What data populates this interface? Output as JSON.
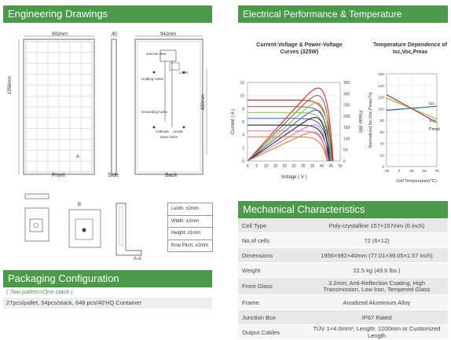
{
  "left": {
    "engineering_title": "Engineering Drawings",
    "front_label": "Front",
    "side_label": "Side",
    "back_label": "Back",
    "front_width": "992mm",
    "front_height": "1956mm",
    "side_depth": "40",
    "back_width": "942mm",
    "back_height": "880mm",
    "junction_box": "Junction Box",
    "label_tag": "Label",
    "holding_holes": "Holding Holes",
    "grounding_holes": "Grounding holes",
    "cathode": "Cathode",
    "anode": "Anode",
    "drain_holes": "drain holes",
    "sec_a": "A",
    "sec_b": "B",
    "sec_aa": "A-A",
    "tolerances": [
      "Lenth: ±2mm",
      "Width: ±2mm",
      "Height: ±1mm",
      "Row Pitch: ±2mm"
    ],
    "packaging_title": "Packaging Configuration",
    "packaging_note": "( Two pallets=One stack )",
    "packaging_text": "27pcs/pallet, 54pcs/stack,  648 pcs/40'HQ Container"
  },
  "right": {
    "electrical_title": "Electrical Performance & Temperature Dependence",
    "mechanical_title": "Mechanical Characteristics",
    "spec_rows": [
      {
        "key": "Cell Type",
        "value": "Poly-crystalline  157×157mm (6 inch)"
      },
      {
        "key": "No.of cells",
        "value": "72 (6×12)"
      },
      {
        "key": "Dimensions",
        "value": "1956×992×40mm (77.01×39.05×1.57 inch)"
      },
      {
        "key": "Weight",
        "value": "22.5 kg (49.6 lbs.)"
      },
      {
        "key": "Front Glass",
        "value": "3.2mm, Anti-Reflection Coating, High Transmission, Low Iron, Tempered Glass"
      },
      {
        "key": "Frame",
        "value": "Anodized Aluminium Alloy"
      },
      {
        "key": "Junction Box",
        "value": "IP67 Rated"
      },
      {
        "key": "Output Cables",
        "value": "TÜV 1×4.0mm², Length: 1200mm or Customized Length"
      }
    ]
  },
  "chart_data": [
    {
      "type": "line",
      "title": "Current-Voltage & Power-Voltage Curves (325W)",
      "xlabel": "Voltage ( V )",
      "ylabel": "Current ( A )",
      "y2label": "Power (W)",
      "xlim": [
        0,
        50
      ],
      "ylim": [
        0,
        12
      ],
      "y2lim": [
        0,
        350
      ],
      "xticks": [
        0,
        5,
        10,
        15,
        20,
        25,
        30,
        35,
        40,
        45,
        50
      ],
      "yticks": [
        0,
        2,
        4,
        6,
        8,
        10,
        12
      ],
      "y2ticks": [
        0,
        50,
        100,
        150,
        200,
        250,
        300,
        350
      ],
      "series": [
        {
          "color": "#d01818",
          "isc": 9.3,
          "voc": 46.2,
          "pmax": 325,
          "vmp": 37.5
        },
        {
          "color": "#8a5a3a",
          "isc": 8.3,
          "voc": 45.7,
          "pmax": 292,
          "vmp": 37.2
        },
        {
          "color": "#7cc242",
          "isc": 7.4,
          "voc": 45.3,
          "pmax": 259,
          "vmp": 37.0
        },
        {
          "color": "#3a5fcd",
          "isc": 6.5,
          "voc": 44.8,
          "pmax": 227,
          "vmp": 36.8
        },
        {
          "color": "#111111",
          "isc": 5.5,
          "voc": 44.2,
          "pmax": 194,
          "vmp": 36.5
        },
        {
          "color": "#d070d0",
          "isc": 4.6,
          "voc": 43.6,
          "pmax": 161,
          "vmp": 36.2
        },
        {
          "color": "#e07030",
          "isc": 3.7,
          "voc": 43.0,
          "pmax": 129,
          "vmp": 36.0
        }
      ]
    },
    {
      "type": "line",
      "title": "Temperature Dependence of Isc,Voc,Pmax",
      "xlabel": "Cell Temperature(℃)",
      "ylabel": "Normalized Isc,Voc,Pmax(%)",
      "xlim": [
        -25,
        75
      ],
      "ylim": [
        0,
        160
      ],
      "xticks": [
        -25,
        0,
        25,
        50,
        75
      ],
      "yticks": [
        0,
        20,
        40,
        60,
        80,
        100,
        120,
        140,
        160
      ],
      "series": [
        {
          "name": "Isc",
          "color": "#2a5fa0",
          "x": [
            -25,
            75
          ],
          "y": [
            97,
            104
          ]
        },
        {
          "name": "Voc",
          "color": "#7cc242",
          "x": [
            -25,
            75
          ],
          "y": [
            118,
            82
          ]
        },
        {
          "name": "Pmax",
          "color": "#b03030",
          "x": [
            -25,
            75
          ],
          "y": [
            124,
            76
          ]
        }
      ]
    }
  ]
}
